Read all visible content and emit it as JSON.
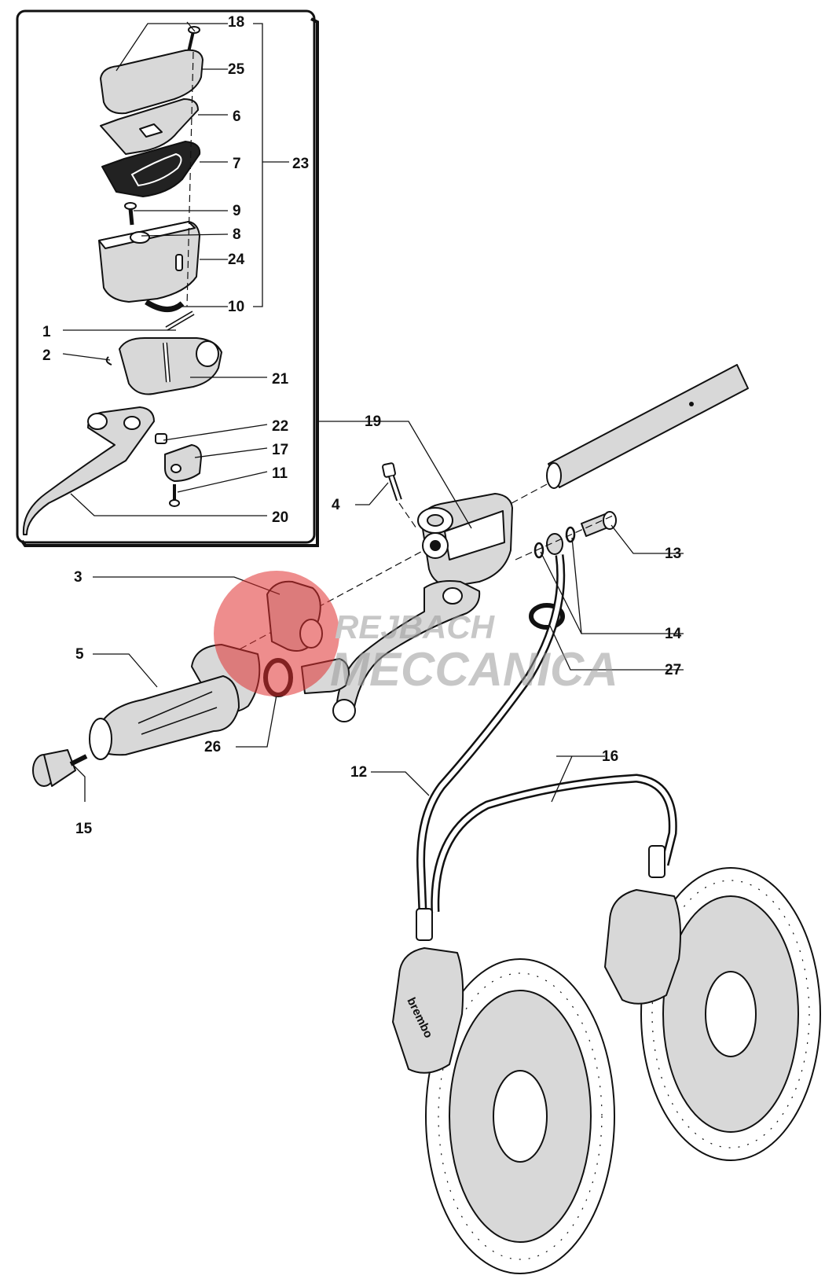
{
  "callouts": {
    "c18": "18",
    "c25": "25",
    "c6": "6",
    "c7": "7",
    "c23": "23",
    "c9": "9",
    "c8": "8",
    "c24": "24",
    "c10": "10",
    "c1": "1",
    "c2": "2",
    "c21": "21",
    "c22": "22",
    "c17": "17",
    "c11": "11",
    "c20": "20",
    "c19": "19",
    "c4": "4",
    "c13": "13",
    "c3": "3",
    "c14": "14",
    "c5": "5",
    "c27": "27",
    "c26": "26",
    "c15": "15",
    "c12": "12",
    "c16": "16"
  },
  "watermark": {
    "line1": "REJBACH",
    "line2": "MECCANICA",
    "color": "#e03030"
  },
  "markings": {
    "caliper_brand": "brembo"
  }
}
